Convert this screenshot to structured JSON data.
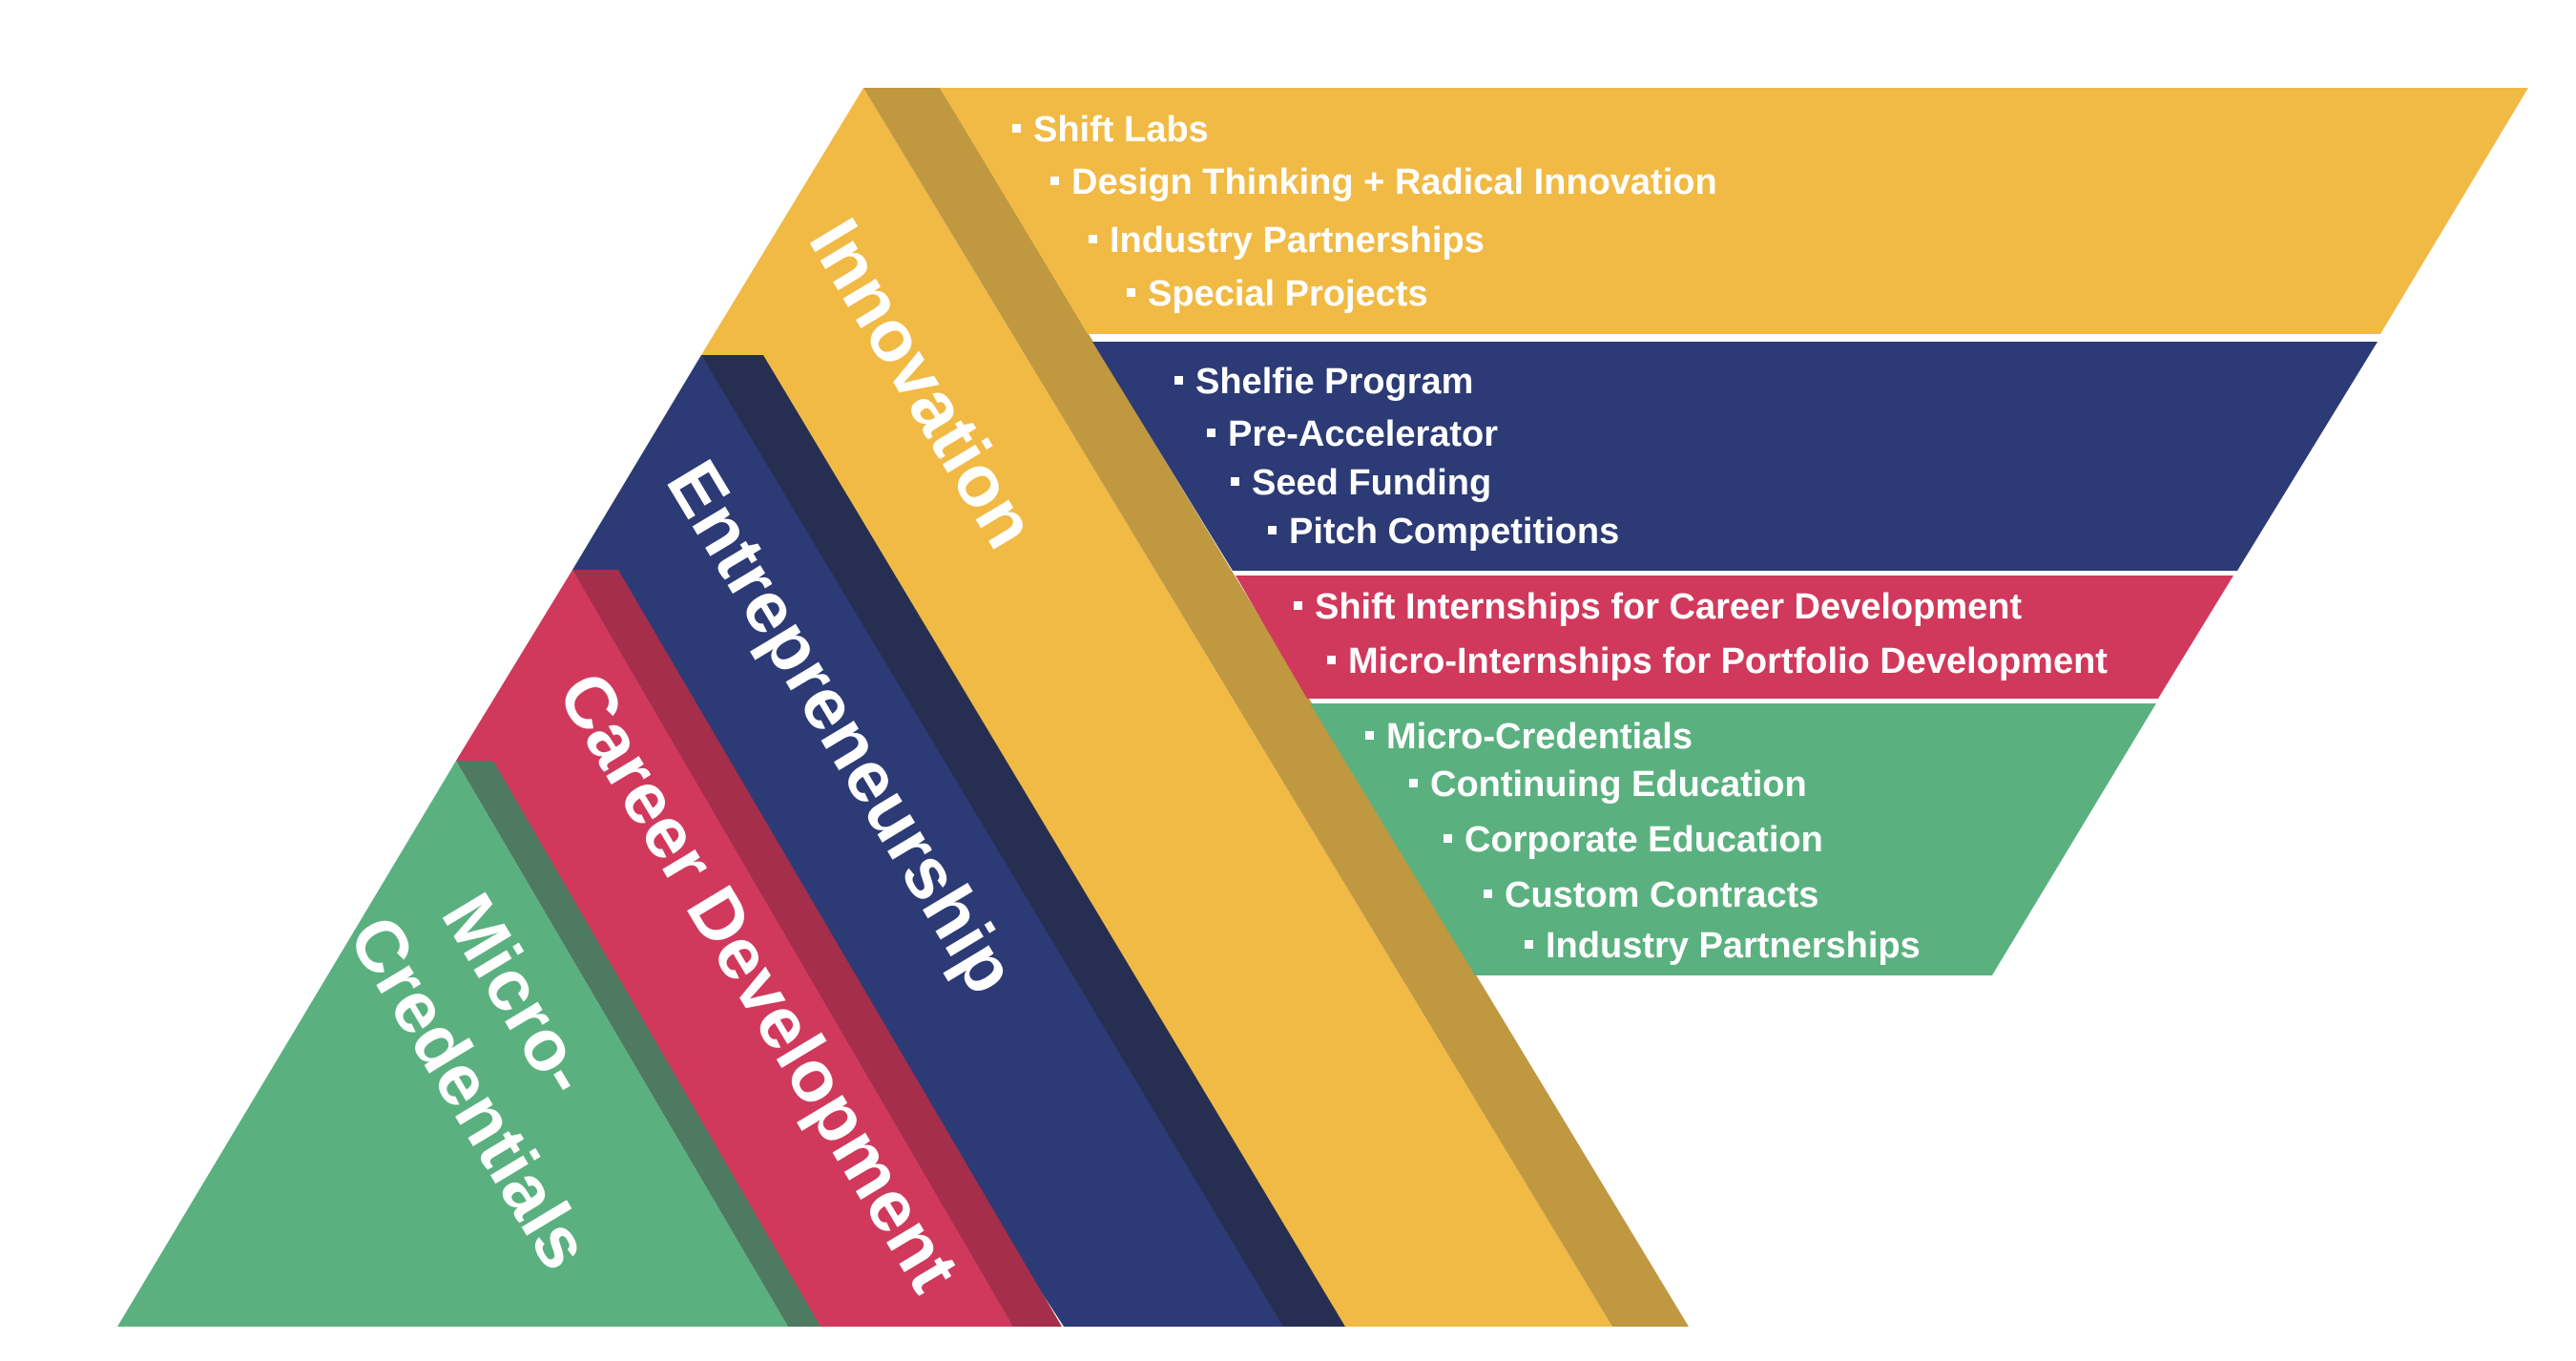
{
  "colors": {
    "innovation": "#F1BA45",
    "innovation_shadow": "#BF9840",
    "entrepreneurship": "#2C3A75",
    "entrepreneurship_shadow": "#262F52",
    "career": "#D0395C",
    "career_shadow": "#A52E4B",
    "micro": "#5AB17F",
    "micro_shadow": "#4E7A61",
    "text": "#FFFFFF"
  },
  "bands": {
    "innovation": {
      "label": "Innovation",
      "items": [
        "Shift Labs",
        "Design Thinking + Radical Innovation",
        "Industry Partnerships",
        "Special Projects"
      ]
    },
    "entrepreneurship": {
      "label": "Entrepreneurship",
      "items": [
        "Shelfie Program",
        "Pre-Accelerator",
        "Seed Funding",
        "Pitch Competitions"
      ]
    },
    "career": {
      "label": "Career Development",
      "items": [
        "Shift Internships for Career Development",
        "Micro-Internships for Portfolio Development"
      ]
    },
    "micro": {
      "label_line1": "Micro-",
      "label_line2": "Credentials",
      "items": [
        "Micro-Credentials",
        "Continuing Education",
        "Corporate Education",
        "Custom Contracts",
        "Industry Partnerships"
      ]
    }
  }
}
